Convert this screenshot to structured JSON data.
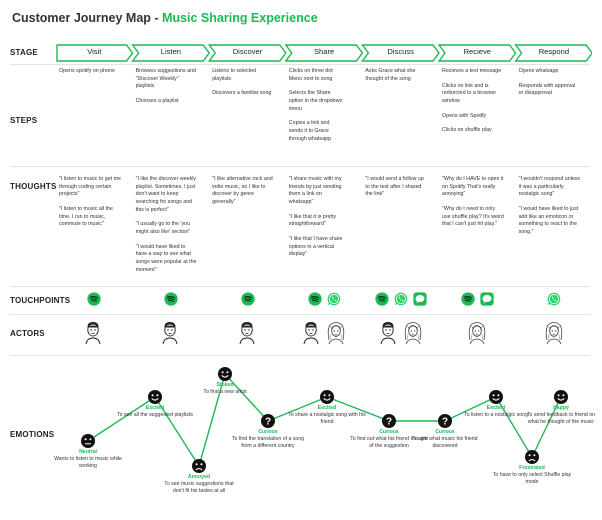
{
  "title": {
    "main": "Customer Journey Map - ",
    "accent": "Music Sharing Experience"
  },
  "rows": {
    "stage": "STAGE",
    "steps": "STEPS",
    "thoughts": "THOUGHTS",
    "touchpoints": "TOUCHPOINTS",
    "actors": "ACTORS",
    "emotions": "EMOTIONS"
  },
  "colors": {
    "accent": "#1db954",
    "whatsapp": "#25d366",
    "chevron_border": "#1db954"
  },
  "stages": [
    "Visit",
    "Listen",
    "Discover",
    "Share",
    "Discuss",
    "Recieve",
    "Respond"
  ],
  "steps": [
    [
      "Opens spotify on phone"
    ],
    [
      "Browses suggestions and \"Discover Weekly\" playlists",
      "Chooses a playlist"
    ],
    [
      "Listens to selected playlists",
      "Discovers a familiar song"
    ],
    [
      "Clicks on three dot Menu next to song",
      "Selects the Share option in the dropdown menu",
      "Copies a link and sends it to Grace through whatsapp"
    ],
    [
      "Asks Grace what she thought of the song"
    ],
    [
      "Recieves a text message",
      "Clicks on link and is redirected to a browser window",
      "Opens with Spotify",
      "Clicks on shuffle play"
    ],
    [
      "Opens whatsapp",
      "Responds with approval or disapproval"
    ]
  ],
  "thoughts": [
    [
      "\"I listen to music to get me through coding certain projects\"",
      "\"I listen to music all the time. I run to music, commute to music\""
    ],
    [
      "\"I like the discover weekly playlist. Sometimes, I just don't want to keep searching for songs and this is perfect\"",
      "\"I usually go to the 'you might also like' section\"",
      "\"I would have liked to have a way to see what songs were popular at the moment\""
    ],
    [
      "\"I like alternative rock and indie music, so I like to discover by genre generally\""
    ],
    [
      "\"I share music with my friends by just sending them a link on whatsapp\"",
      "\"I like that it is pretty straightforward\"",
      "\"I like that I have share options in a vertical display\""
    ],
    [
      "\"I would send a follow up to the text after I shared the link\""
    ],
    [
      "\"Why do I HAVE to open it on Spotify That's really annoying\"",
      "\"Why do I need to only use shuffle play? It's weird that I can't just hit play.\""
    ],
    [
      "\"I wouldn't respond unless it was a particularly nostalgic song\"",
      "\"I would have liked to just add like an emoticon or something to react to the song.\""
    ]
  ],
  "touchpoints": [
    [
      "spotify-icon"
    ],
    [
      "spotify-icon"
    ],
    [
      "spotify-icon"
    ],
    [
      "spotify-icon",
      "whatsapp-icon"
    ],
    [
      "spotify-icon",
      "whatsapp-icon",
      "message-icon"
    ],
    [
      "spotify-icon",
      "message-icon"
    ],
    [
      "whatsapp-icon"
    ]
  ],
  "actors": [
    [
      "male"
    ],
    [
      "male"
    ],
    [
      "male"
    ],
    [
      "male",
      "female"
    ],
    [
      "male",
      "female"
    ],
    [
      "female"
    ],
    [
      "female"
    ]
  ],
  "emotions": [
    {
      "state": "Neutral",
      "mood": "neutral",
      "desc": "Wants to listen to music while working"
    },
    {
      "state": "Excited",
      "mood": "happy",
      "desc": "To see all the suggested playlists"
    },
    {
      "state": "Annoyed",
      "mood": "sad",
      "desc": "To see music suggestions that don't fit his tastes at all"
    },
    {
      "state": "Stoked",
      "mood": "happy",
      "desc": "To find a new artist"
    },
    {
      "state": "Curious",
      "mood": "curious",
      "desc": "To find the translation of a song from a different country"
    },
    {
      "state": "Excited",
      "mood": "happy",
      "desc": "To share a nostalgic song with his friend"
    },
    {
      "state": "Curious",
      "mood": "curious",
      "desc": "To find out what his friend thought of the suggestion"
    },
    {
      "state": "Curious",
      "mood": "curious",
      "desc": "To see what music his friend discovered"
    },
    {
      "state": "Excited",
      "mood": "happy",
      "desc": "To listen to a nostalgic song"
    },
    {
      "state": "Frustrated",
      "mood": "sad",
      "desc": "To have to only select Shuffle play mode"
    },
    {
      "state": "Happy",
      "mood": "happy",
      "desc": "To send feedback to friend on what he thought of the music"
    }
  ]
}
